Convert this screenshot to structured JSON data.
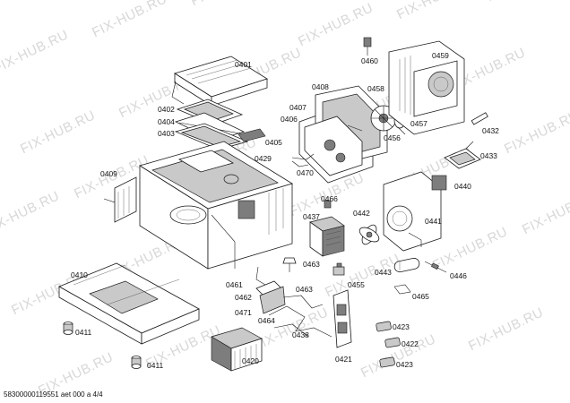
{
  "watermark": "FIX-HUB.RU",
  "footer": "58300000119551 aet 000 a 4/4",
  "parts": {
    "p0401": "0401",
    "p0402": "0402",
    "p0403": "0403",
    "p0404": "0404",
    "p0405": "0405",
    "p0406": "0406",
    "p0407": "0407",
    "p0408": "0408",
    "p0409": "0409",
    "p0410": "0410",
    "p0411a": "0411",
    "p0411b": "0411",
    "p0420": "0420",
    "p0421": "0421",
    "p0422": "0422",
    "p0423a": "0423",
    "p0423b": "0423",
    "p0429": "0429",
    "p0432": "0432",
    "p0433": "0433",
    "p0437": "0437",
    "p0438": "0438",
    "p0440": "0440",
    "p0441": "0441",
    "p0442": "0442",
    "p0443": "0443",
    "p0446": "0446",
    "p0455": "0455",
    "p0456": "0456",
    "p0457": "0457",
    "p0458": "0458",
    "p0459": "0459",
    "p0460": "0460",
    "p0461": "0461",
    "p0462": "0462",
    "p0463a": "0463",
    "p0463b": "0463",
    "p0464": "0464",
    "p0465": "0465",
    "p0466": "0466",
    "p0470": "0470",
    "p0471": "0471"
  }
}
